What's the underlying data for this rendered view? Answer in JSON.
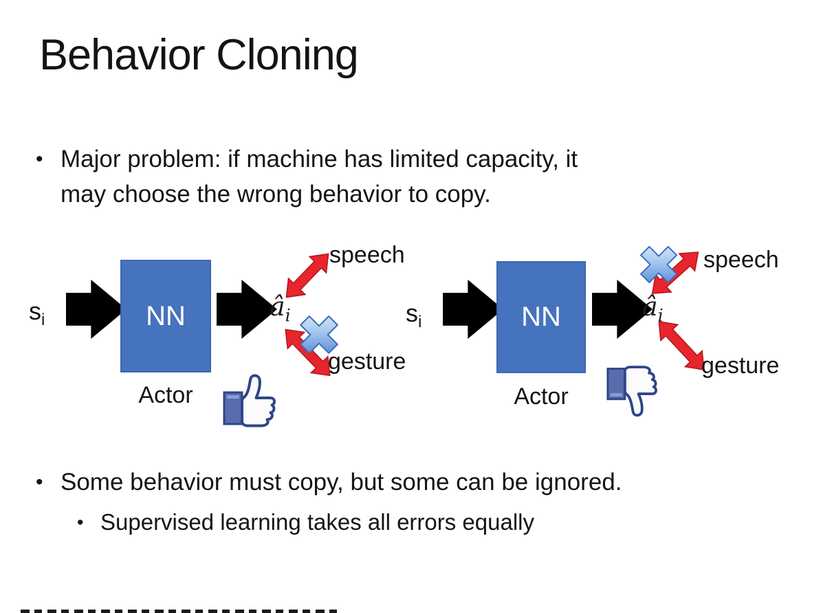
{
  "slide": {
    "title": "Behavior Cloning",
    "bullets": {
      "marker": "•",
      "b1_line1": "Major problem: if machine has limited capacity, it",
      "b1_line2": "may choose the wrong behavior to copy.",
      "b2": "Some behavior must copy, but some can be ignored.",
      "b2_sub": "Supervised learning takes all errors equally"
    }
  },
  "diagram_left": {
    "input_main": "s",
    "input_sub": "i",
    "nn_label": "NN",
    "actor_label": "Actor",
    "output_main": "â",
    "output_sub": "i",
    "branch_top": "speech",
    "branch_bottom": "gesture",
    "crossed_branch": "gesture",
    "feedback_icon": "thumbs-up"
  },
  "diagram_right": {
    "input_main": "s",
    "input_sub": "i",
    "nn_label": "NN",
    "actor_label": "Actor",
    "output_main": "â",
    "output_sub": "i",
    "branch_top": "speech",
    "branch_bottom": "gesture",
    "crossed_branch": "speech",
    "feedback_icon": "thumbs-down"
  },
  "colors": {
    "nn_box_fill": "#4673BE",
    "nn_box_text": "#FFFFFF",
    "flow_arrow": "#000000",
    "branch_arrow_red": "#E8242C",
    "cross_icon_blue": "#4D84D1",
    "thumb_outline_navy": "#2E4687",
    "thumb_cuff_blue": "#5A6CAE",
    "text": "#141414"
  }
}
